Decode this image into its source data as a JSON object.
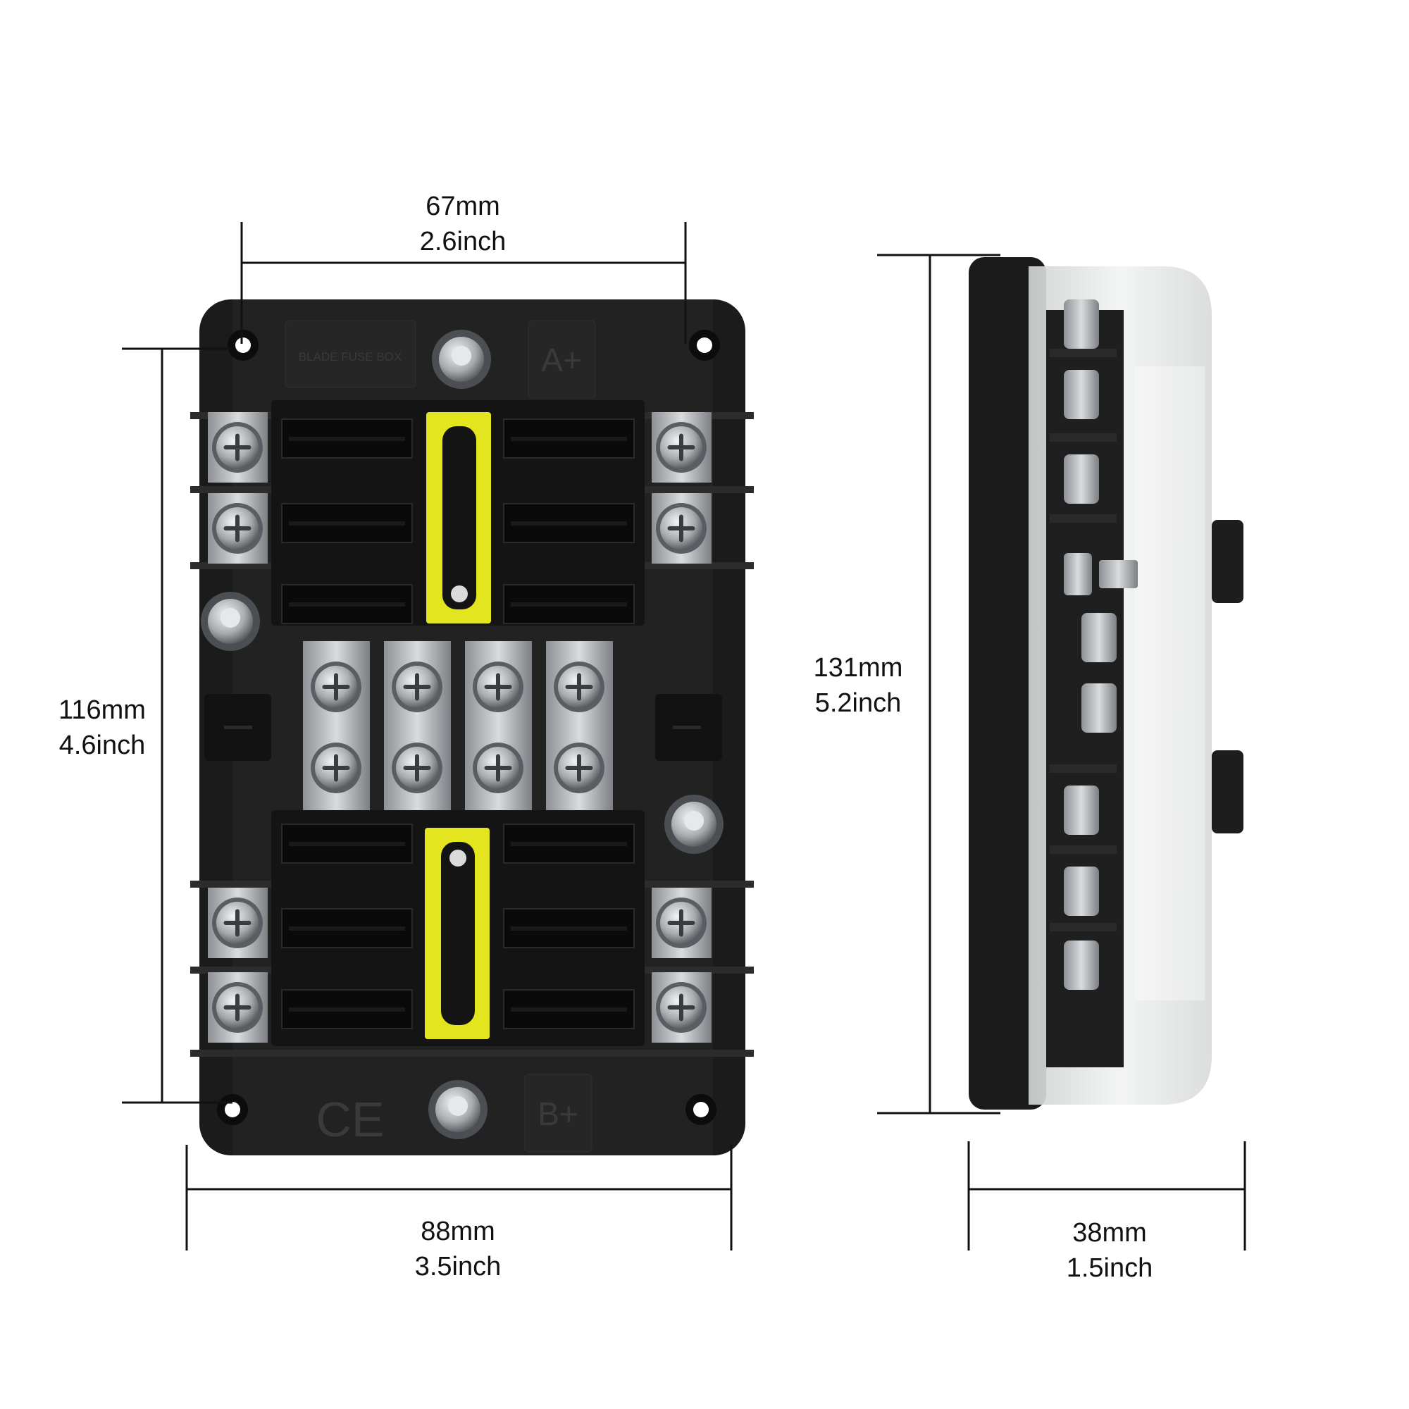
{
  "dimensions": {
    "top_width": {
      "mm": "67mm",
      "inch": "2.6inch"
    },
    "left_height": {
      "mm": "116mm",
      "inch": "4.6inch"
    },
    "bottom_width": {
      "mm": "88mm",
      "inch": "3.5inch"
    },
    "side_height": {
      "mm": "131mm",
      "inch": "5.2inch"
    },
    "side_depth": {
      "mm": "38mm",
      "inch": "1.5inch"
    }
  },
  "front_panel": {
    "logo_text": "BLADE FUSE BOX",
    "top_terminal_label": "A+",
    "bottom_terminal_label": "B+",
    "ce_mark": "CE"
  },
  "colors": {
    "housing": "#1b1b1b",
    "fuse_holder": "#e3e51f",
    "metal": "#b9bcbf",
    "cover": "#e9eceb"
  }
}
